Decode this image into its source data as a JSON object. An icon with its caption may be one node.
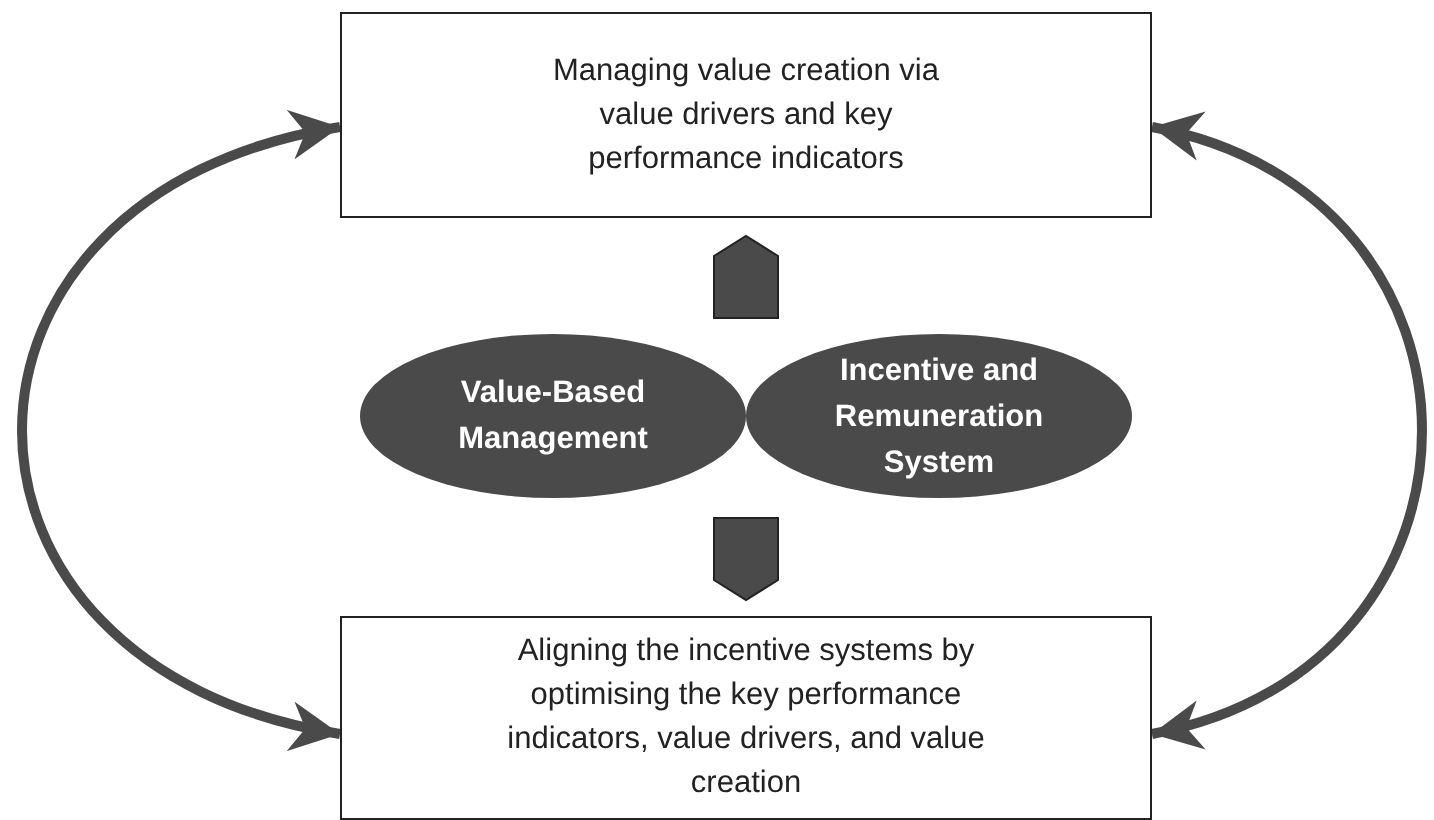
{
  "diagram": {
    "nodes": [
      {
        "text": [
          "Managing value creation via value drivers and key performance indicators"
        ]
      },
      {
        "text": [
          "Value-Based Management"
        ]
      },
      {
        "text": [
          "Incentive and Remuneration System"
        ]
      },
      {
        "text": [
          "Aligning the incentive systems by optimising the key performance indicators, value drivers, and value creation"
        ]
      }
    ],
    "edges": [
      {
        "from": 0,
        "to": 3,
        "arrow": "both"
      },
      {
        "from": 0,
        "to": 3,
        "arrow": "both"
      },
      {
        "from": 1,
        "to": 0,
        "arrow": "to"
      },
      {
        "from": 1,
        "to": 3,
        "arrow": "to"
      }
    ]
  }
}
